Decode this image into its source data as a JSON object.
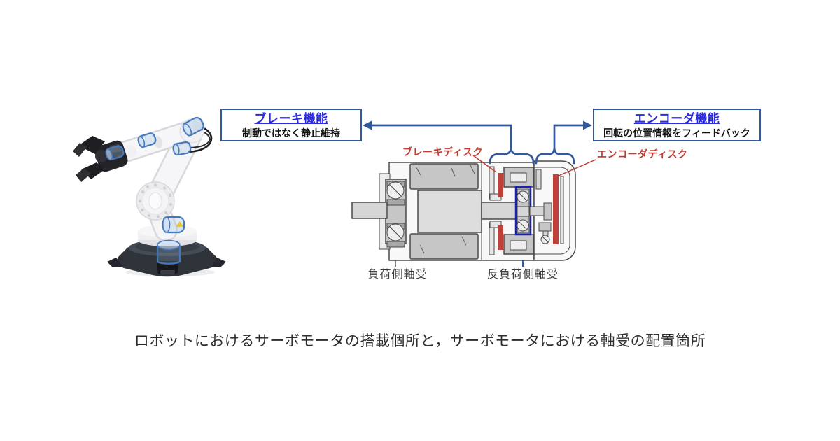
{
  "callouts": {
    "brake": {
      "title": "ブレーキ機能",
      "subtitle": "制動ではなく静止維持"
    },
    "encoder": {
      "title": "エンコーダ機能",
      "subtitle": "回転の位置情報をフィードバック"
    }
  },
  "part_labels": {
    "brake_disc": "ブレーキディスク",
    "encoder_disc": "エンコーダディスク",
    "load_side_bearing": "負荷側軸受",
    "anti_load_side_bearing": "反負荷側軸受"
  },
  "caption": "ロボットにおけるサーボモータの搭載個所と，サーボモータにおける軸受の配置箇所",
  "colors": {
    "callout_border": "#30599e",
    "callout_title": "#2b2be2",
    "callout_subtitle": "#111111",
    "connector_blue": "#30599e",
    "disc_red": "#bf4038",
    "label_red": "#c23a30",
    "highlight_blue": "#1b22b0",
    "caption_text": "#2d2d2d",
    "bearing_label": "#3c3c3c"
  }
}
